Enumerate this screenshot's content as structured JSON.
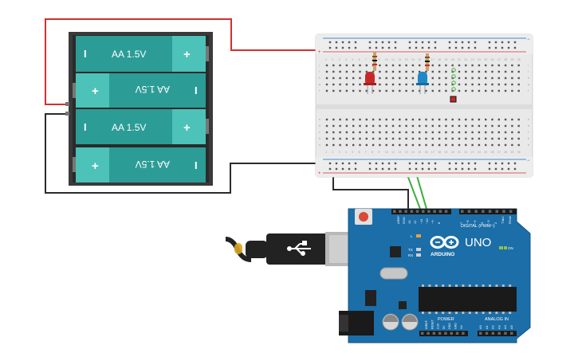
{
  "battery_pack": {
    "cells": [
      {
        "label": "AA 1.5V",
        "minus": "I",
        "plus": "+",
        "flipped": false
      },
      {
        "label": "AA 1.5V",
        "minus": "I",
        "plus": "+",
        "flipped": true
      },
      {
        "label": "AA 1.5V",
        "minus": "I",
        "plus": "+",
        "flipped": false
      },
      {
        "label": "AA 1.5V",
        "minus": "I",
        "plus": "+",
        "flipped": true
      }
    ]
  },
  "breadboard": {
    "rail_plus": "+",
    "rail_minus": "−",
    "row_letters_top": [
      "j",
      "i",
      "h",
      "g",
      "f"
    ],
    "row_letters_bottom": [
      "e",
      "d",
      "c",
      "b",
      "a"
    ],
    "columns": [
      "1",
      "2",
      "3",
      "4",
      "5",
      "6",
      "7",
      "8",
      "9",
      "10",
      "11",
      "12",
      "13",
      "14",
      "15",
      "16",
      "17",
      "18",
      "19",
      "20",
      "21",
      "22",
      "23",
      "24",
      "25",
      "26",
      "27",
      "28",
      "29",
      "30"
    ],
    "leds": [
      {
        "color": "red",
        "hex": "#c62828"
      },
      {
        "color": "blue",
        "hex": "#1e88c8"
      }
    ]
  },
  "arduino": {
    "logo_text": "ARDUINO",
    "model": "UNO",
    "digital_label": "DIGITAL (PWM~)",
    "power_label": "POWER",
    "analog_label": "ANALOG IN",
    "on_label": "ON",
    "led_labels": [
      "L",
      "TX",
      "RX"
    ],
    "top_pin_labels": [
      "AREF",
      "GND",
      "13",
      "12",
      "~11",
      "~10",
      "~9",
      "8",
      "7",
      "~6",
      "~5",
      "4",
      "~3",
      "2",
      "TX▸1",
      "RX◂0"
    ],
    "power_pin_labels": [
      "IOREF",
      "RESET",
      "3.3V",
      "5V",
      "GND",
      "GND",
      "Vin"
    ],
    "analog_pin_labels": [
      "A0",
      "A1",
      "A2",
      "A3",
      "A4",
      "A5"
    ]
  },
  "colors": {
    "battery_body": "#2c9c96",
    "battery_cap": "#4cc2b8",
    "holder": "#3a3a3a",
    "red_wire": "#d32f2f",
    "black_wire": "#2b2b2b",
    "green_wire": "#3cae3c",
    "arduino_board": "#1b6ea8",
    "usb_plug": "#222222"
  }
}
